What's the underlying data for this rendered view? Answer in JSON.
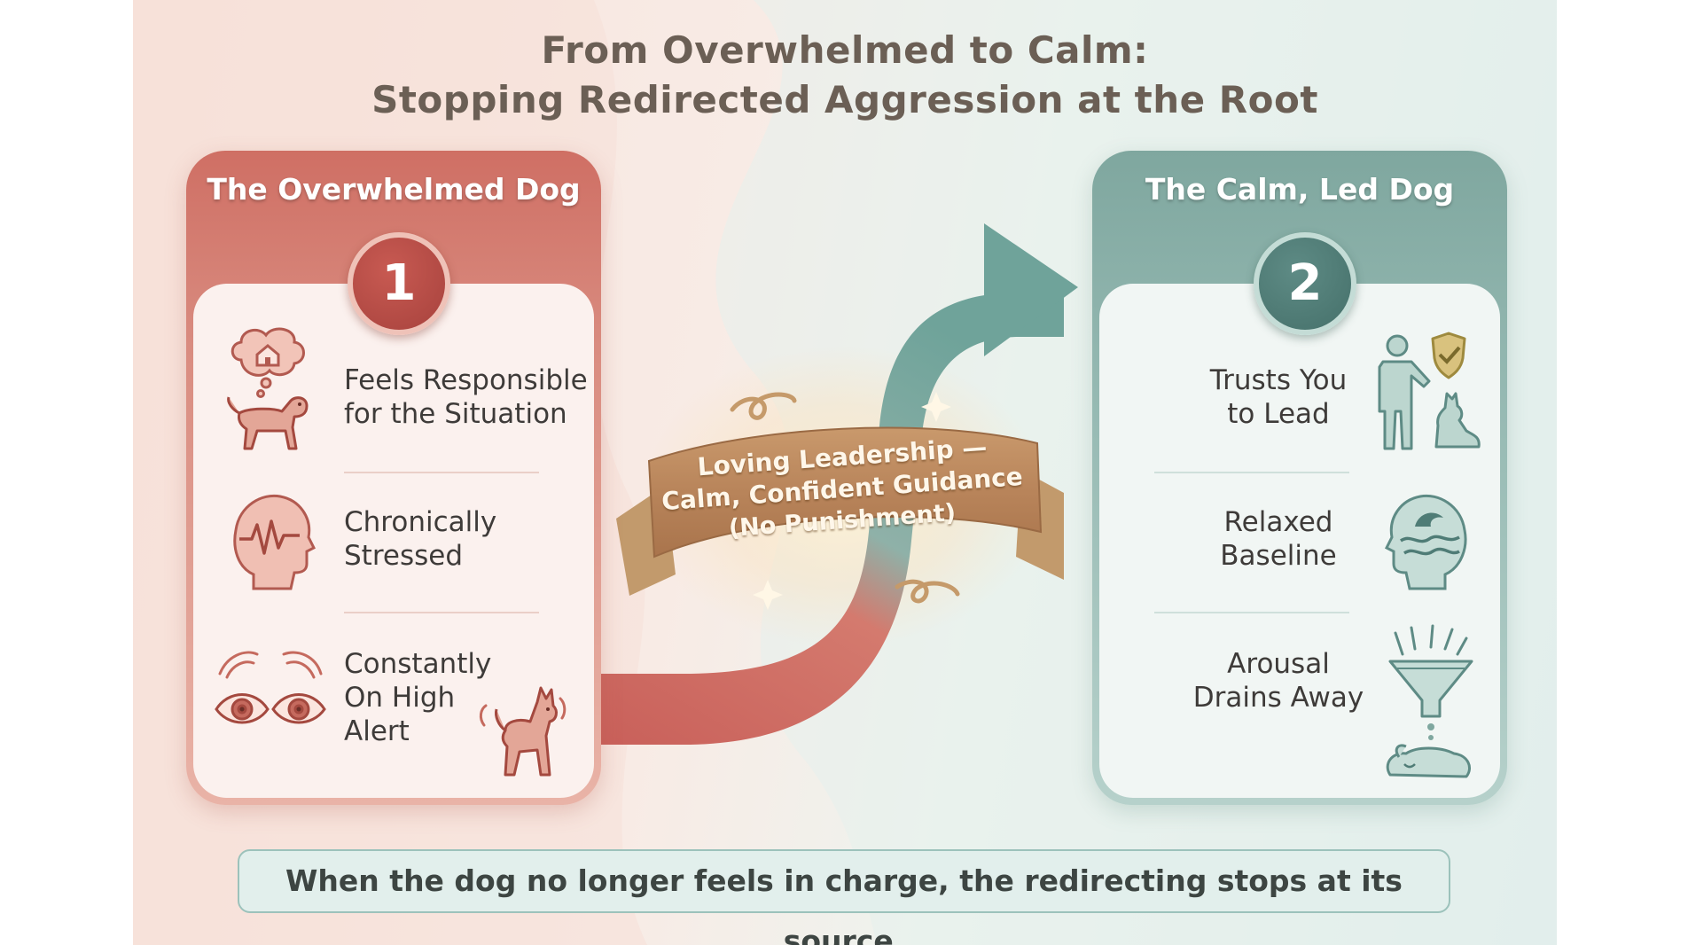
{
  "title": {
    "line1": "From Overwhelmed to Calm:",
    "line2": "Stopping Redirected Aggression at the Root"
  },
  "left_panel": {
    "header": "The Overwhelmed Dog",
    "badge": "1",
    "items": [
      {
        "lines": [
          "Feels Responsible",
          "for the Situation"
        ],
        "icon": "thought-house-dog-icon"
      },
      {
        "lines": [
          "Chronically",
          "Stressed"
        ],
        "icon": "stressed-head-icon"
      },
      {
        "lines": [
          "Constantly",
          "On High",
          "Alert"
        ],
        "icon": "alert-eyes-icon"
      }
    ]
  },
  "right_panel": {
    "header": "The Calm, Led Dog",
    "badge": "2",
    "items": [
      {
        "lines": [
          "Trusts You",
          "to Lead"
        ],
        "icon": "person-dog-shield-icon"
      },
      {
        "lines": [
          "Relaxed",
          "Baseline"
        ],
        "icon": "calm-wave-head-icon"
      },
      {
        "lines": [
          "Arousal",
          "Drains Away"
        ],
        "icon": "funnel-sleeping-dog-icon"
      }
    ]
  },
  "banner": {
    "lines": [
      "Loving Leadership —",
      "Calm, Confident Guidance",
      "(No Punishment)"
    ]
  },
  "footer": {
    "text": "When the dog no longer feels in charge, the redirecting stops at its source."
  },
  "colors": {
    "left_accent": "#cf6f64",
    "right_accent": "#7fa79f",
    "banner": "#b9855a",
    "title": "#6b5f55"
  }
}
